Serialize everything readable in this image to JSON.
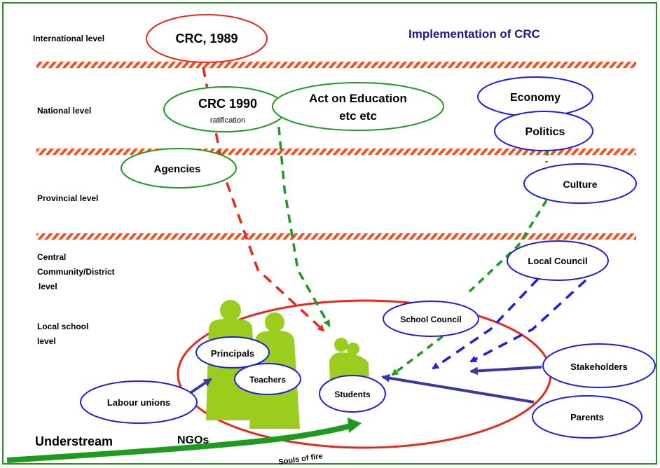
{
  "title": "Implementation of CRC",
  "levels": {
    "international": "International level",
    "national": "National level",
    "provincial": "Provincial level",
    "central_1": "Central",
    "central_2": "Community/District",
    "central_3": "level",
    "local_1": "Local school",
    "local_2": "level"
  },
  "nodes": {
    "crc1989": "CRC, 1989",
    "crc1990": "CRC 1990",
    "ratification": "ratification",
    "act_1": "Act on Education",
    "act_2": "etc etc",
    "economy": "Economy",
    "politics": "Politics",
    "agencies": "Agencies",
    "culture": "Culture",
    "local_council": "Local Council",
    "school_council": "School Council",
    "principals": "Principals",
    "teachers": "Teachers",
    "students": "Students",
    "labour_unions": "Labour unions",
    "stakeholders": "Stakeholders",
    "parents": "Parents"
  },
  "bottom": {
    "understream": "Understream",
    "ngos": "NGOs",
    "souls": "Souls of fire"
  },
  "colors": {
    "frame": "#1a9a1a",
    "band": "#ff4a1a",
    "red": "#e8281e",
    "green": "#1e9a1e",
    "blue": "#1e1ee0",
    "navy": "#1a1a8c",
    "figure": "#9acd1e",
    "title": "#1a1a8c"
  }
}
